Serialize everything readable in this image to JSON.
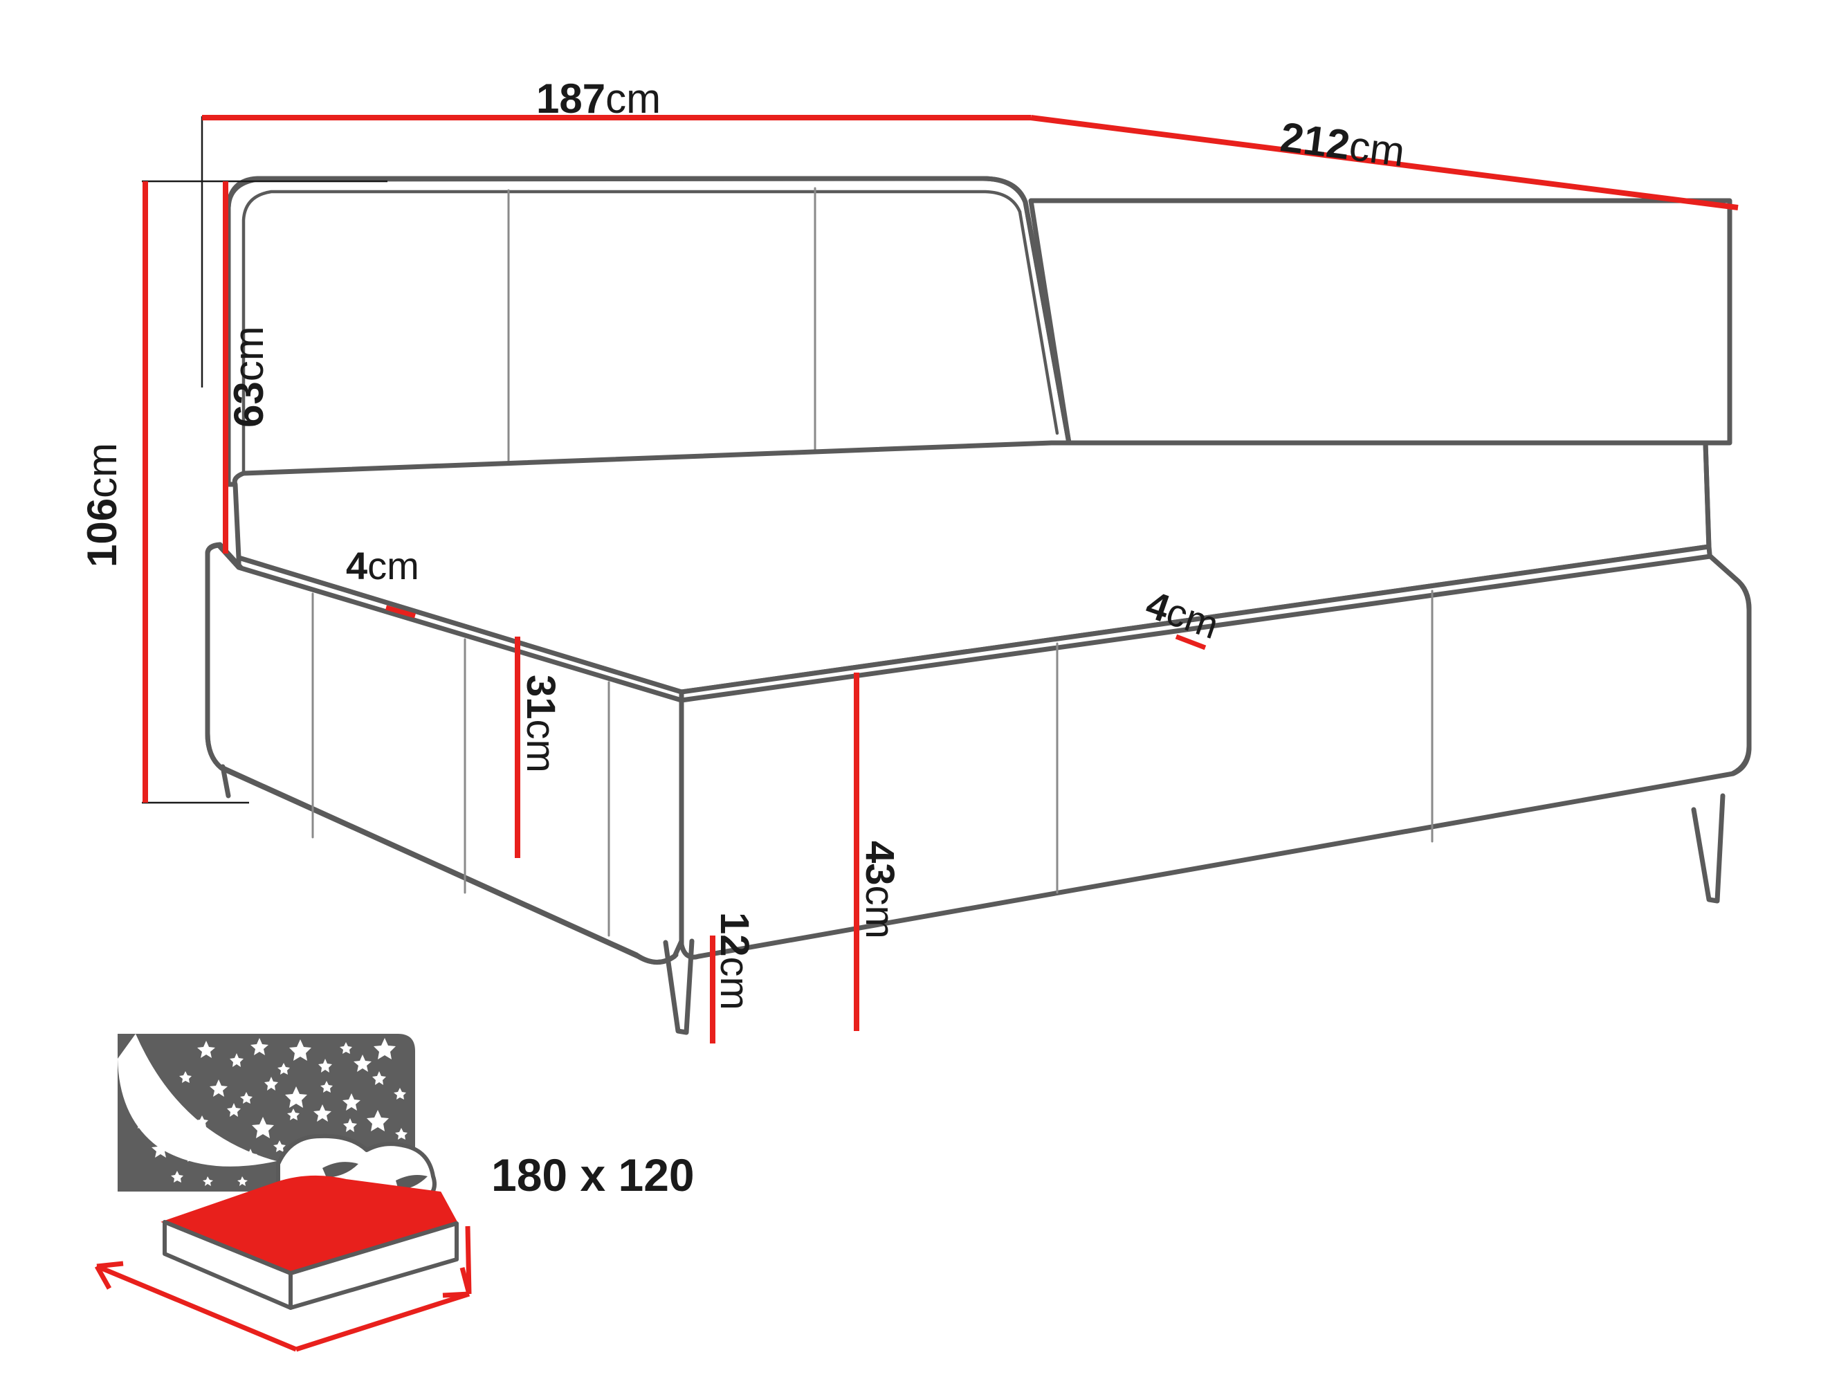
{
  "diagram": {
    "type": "furniture-dimension-drawing",
    "subject": "upholstered bed",
    "view": "three-quarter perspective",
    "background_color": "#ffffff",
    "dimension_line_color": "#e8201c",
    "outline_color": "#5a5a5a",
    "text_color": "#1a1a1a",
    "unit": "cm"
  },
  "dimensions": {
    "width": {
      "value": "187",
      "unit": "cm",
      "description": "overall bed width along the top horizontal dimension line"
    },
    "depth": {
      "value": "212",
      "unit": "cm",
      "description": "overall bed depth along the top-right perspective dimension line"
    },
    "total_height": {
      "value": "106",
      "unit": "cm",
      "description": "total height from floor to top of headboard, left vertical dimension"
    },
    "headboard_height": {
      "value": "63",
      "unit": "cm",
      "description": "headboard height above mattress"
    },
    "mattress_trim_front": {
      "value": "4",
      "unit": "cm",
      "description": "front mattress trim thickness"
    },
    "mattress_trim_side": {
      "value": "4",
      "unit": "cm",
      "description": "side mattress trim thickness"
    },
    "base_height": {
      "value": "31",
      "unit": "cm",
      "description": "upholstered base box height"
    },
    "bed_height": {
      "value": "43",
      "unit": "cm",
      "description": "height from floor to top of base including legs"
    },
    "leg_height": {
      "value": "12",
      "unit": "cm",
      "description": "metal leg height"
    }
  },
  "mattress_icon": {
    "size_label": "180 x 120",
    "colors": {
      "night_panel": "#5e5e5e",
      "mattress_top": "#e8201c",
      "mattress_side": "#ffffff",
      "arrow": "#e8201c",
      "outline": "#5a5a5a"
    },
    "elements": {
      "night_sky": "starry-night-panel",
      "moon": "crescent-moon",
      "pillows": "two-pillows",
      "mattress": "mattress-block",
      "arrows": "dimension-arrows"
    }
  }
}
